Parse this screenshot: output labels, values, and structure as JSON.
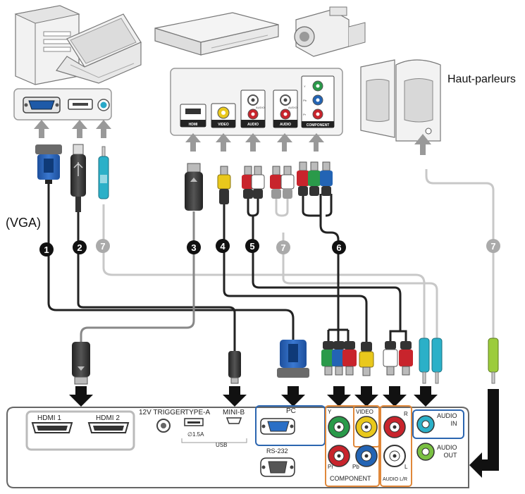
{
  "labels": {
    "speakers": "Haut-parleurs",
    "vga": "(VGA)"
  },
  "badges": [
    "1",
    "2",
    "7",
    "3",
    "4",
    "5",
    "7",
    "6",
    "7"
  ],
  "source_panel": {
    "hdmi": "HDMI",
    "video": "VIDEO",
    "audio1": "AUDIO",
    "audio2": "AUDIO",
    "audio_side1": "AUDIO",
    "audio_side2": "AUDIO",
    "component": "COMPONENT",
    "y": "Y",
    "pb": "Pb",
    "pr": "Pr"
  },
  "projector": {
    "hdmi1": "HDMI 1",
    "hdmi2": "HDMI 2",
    "trigger": "12V TRIGGER",
    "type_a": "TYPE-A",
    "current": "∅1.5A",
    "usb": "USB",
    "mini_b": "MINI-B",
    "pc": "PC",
    "rs232": "RS-232",
    "y": "Y",
    "video": "VIDEO",
    "r": "R",
    "pr": "Pr",
    "pb": "Pb",
    "l": "L",
    "component": "COMPONENT",
    "audio_l_r": "AUDIO L/R",
    "audio_in": "AUDIO\nIN",
    "audio_out": "AUDIO\nOUT"
  }
}
